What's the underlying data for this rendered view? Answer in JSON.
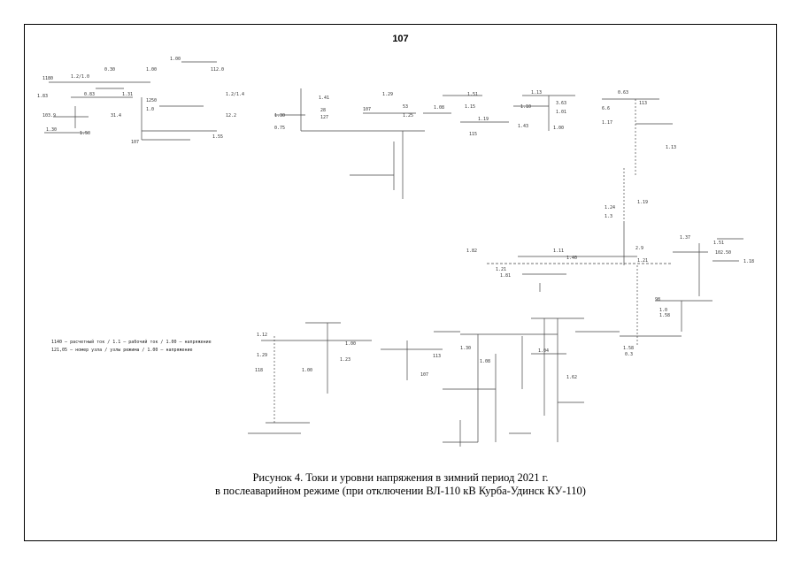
{
  "page": {
    "number": "107"
  },
  "caption": {
    "line1": "Рисунок 4. Токи и уровни напряжения в зимний период 2021 г.",
    "line2": "в послеаварийном режиме (при отключении ВЛ-110 кВ Курба-Удинск КУ-110)"
  },
  "diagram": {
    "labels": [
      "1180",
      "1.2/1.0",
      "0.30",
      "1.00",
      "112.0",
      "1.83",
      "0.83",
      "1.31",
      "1250",
      "1.00",
      "1.2/1.4",
      "103.9",
      "31.4",
      "1.0",
      "1.30",
      "1.50",
      "12.2",
      "1.55",
      "107",
      "1.30",
      "0.75",
      "1.41",
      "28",
      "127",
      "107",
      "1.29",
      "53",
      "1.25",
      "1.08",
      "1.51",
      "1.15",
      "1.19",
      "115",
      "1.10",
      "1.13",
      "3.63",
      "1.01",
      "1.43",
      "1.00",
      "0.63",
      "6.6",
      "113",
      "1.17",
      "1.13",
      "1.19",
      "1.24",
      "1.3",
      "1.82",
      "1.11",
      "1.40",
      "2.9",
      "1.37",
      "1.51",
      "102.50",
      "1.18",
      "1.21",
      "1.21",
      "1.81",
      "98",
      "1.0",
      "1.58",
      "1.58",
      "0.3",
      "1.12",
      "1.29",
      "118",
      "1.00",
      "1.00",
      "1.23",
      "113",
      "1.30",
      "107",
      "1.04",
      "1.62",
      "1.08"
    ],
    "legend": [
      "1140 — расчетный ток / 1.1 — рабочий ток / 1.00 — напряжение",
      "121,05 — номер узла / узлы режима / 1.00 — напряжение"
    ]
  }
}
